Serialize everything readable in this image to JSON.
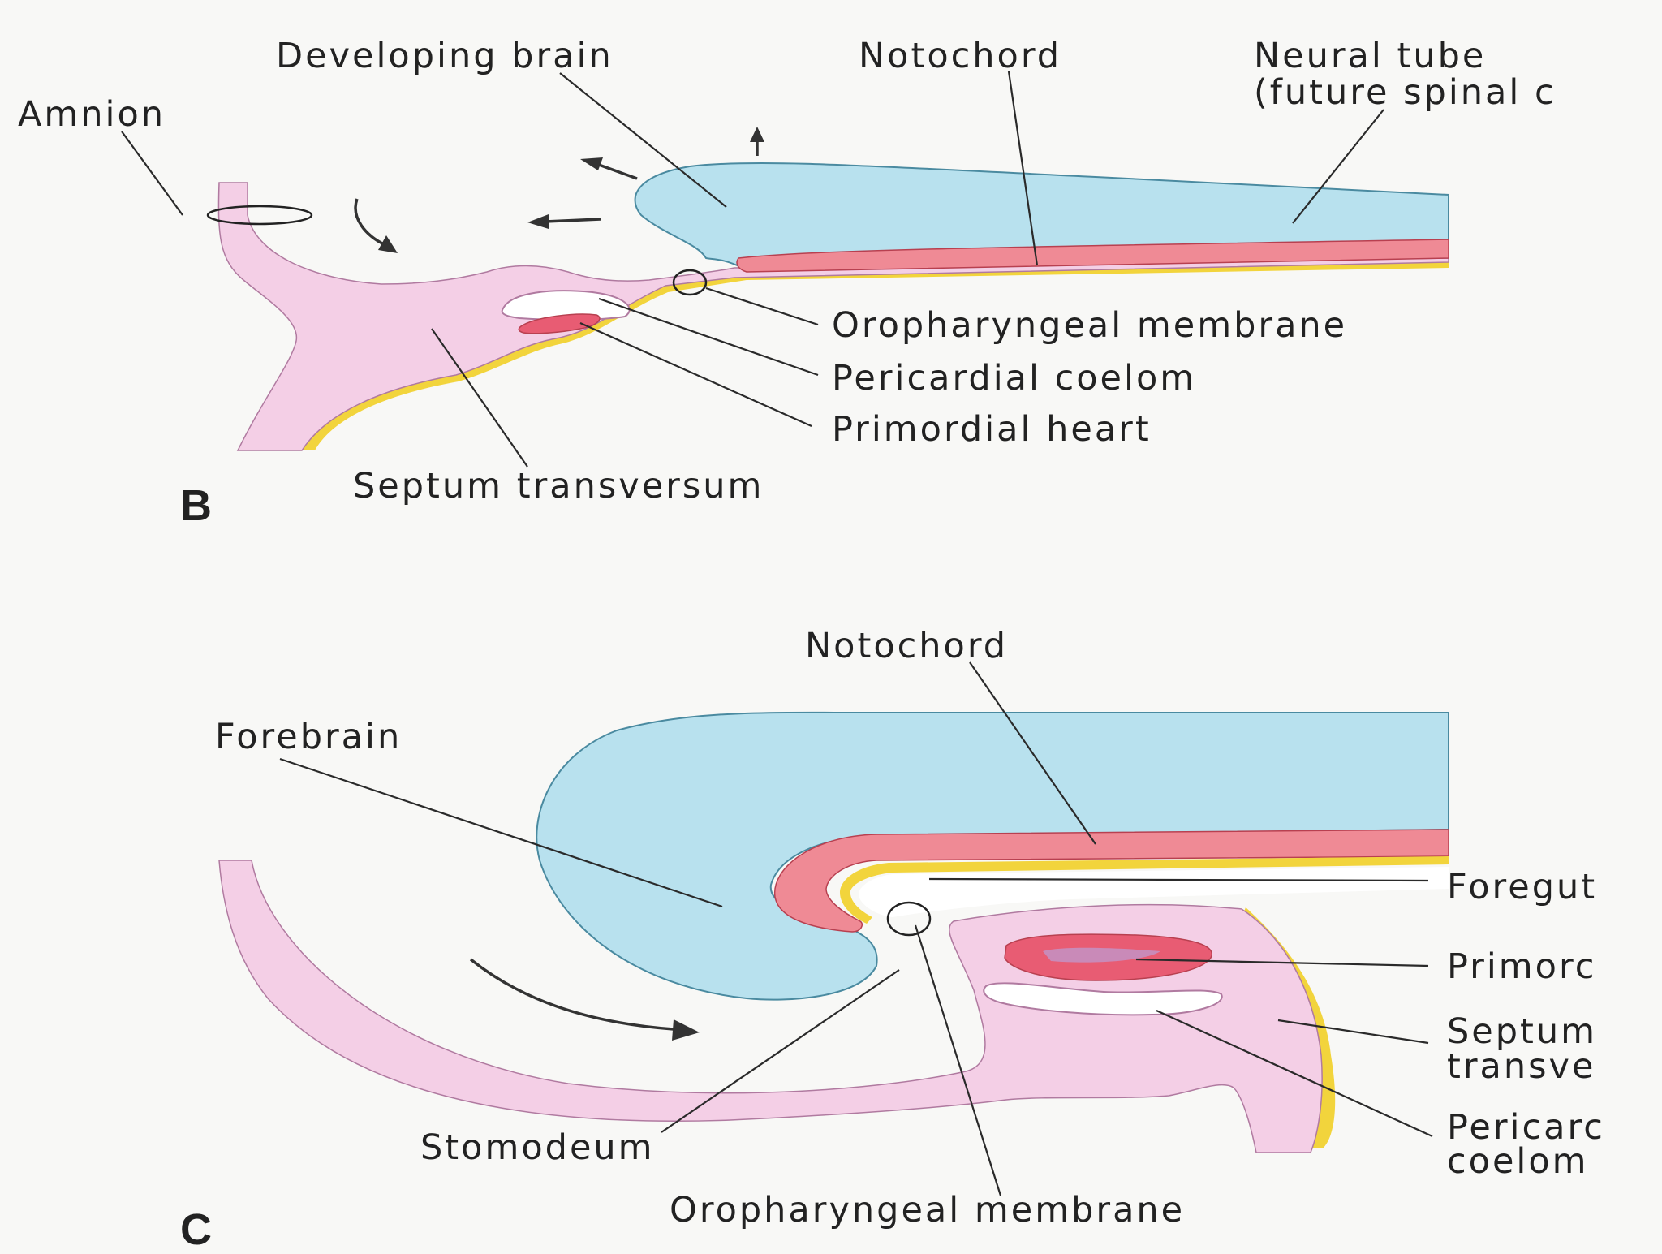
{
  "colors": {
    "neural": "#b8e1ee",
    "neural_edge": "#4a8aa0",
    "notochord": "#ef8a95",
    "notochord_edge": "#b84050",
    "tissue": "#f4cfe6",
    "tissue_edge": "#b07aa0",
    "endoderm": "#f2d43c",
    "background": "#f8f8f6",
    "heart": "#e85c73"
  },
  "panel_b": {
    "letter": "B",
    "labels": {
      "amnion": "Amnion",
      "developing_brain": "Developing brain",
      "notochord": "Notochord",
      "neural_tube_1": "Neural tube",
      "neural_tube_2": "(future spinal c",
      "oropharyngeal_membrane": "Oropharyngeal membrane",
      "pericardial_coelom": "Pericardial coelom",
      "primordial_heart": "Primordial heart",
      "septum_transversum": "Septum transversum"
    }
  },
  "panel_c": {
    "letter": "C",
    "labels": {
      "notochord": "Notochord",
      "forebrain": "Forebrain",
      "foregut": "Foregut",
      "primordial": "Primorc",
      "septum_1": "Septum",
      "septum_2": "transve",
      "pericardial_1": "Pericarc",
      "pericardial_2": "coelom",
      "stomodeum": "Stomodeum",
      "oropharyngeal_membrane": "Oropharyngeal membrane"
    }
  }
}
